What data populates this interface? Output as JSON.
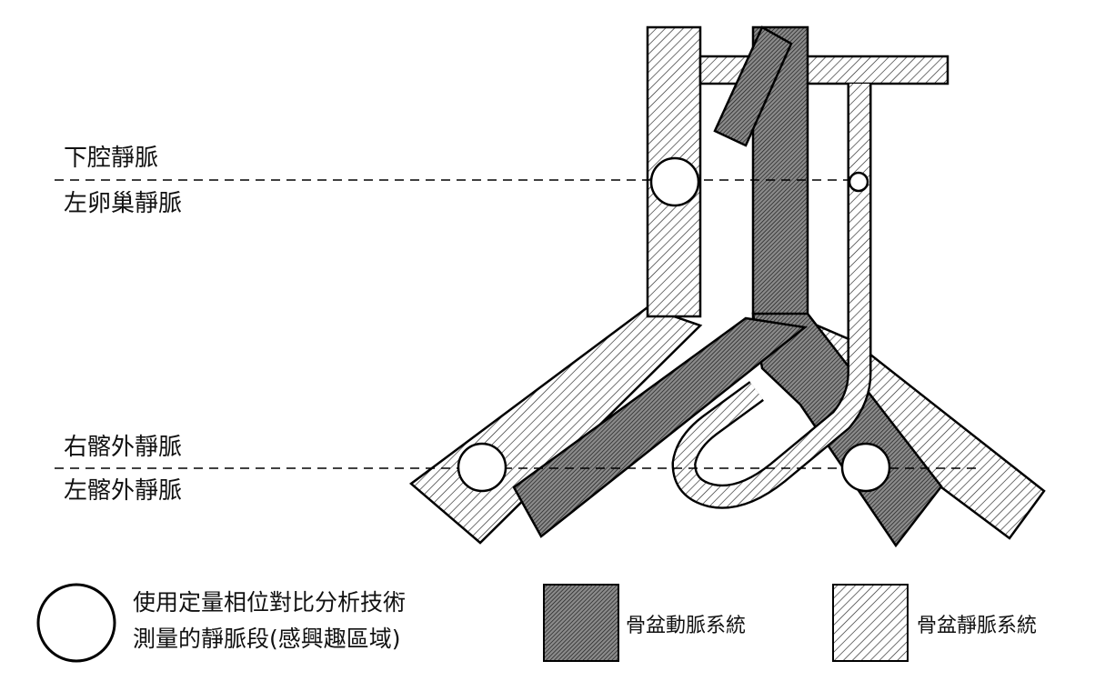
{
  "labels": {
    "ivc": "下腔靜脈",
    "left_ovarian": "左卵巢靜脈",
    "right_iliac": "右髂外靜脈",
    "left_iliac": "左髂外靜脈"
  },
  "legend": {
    "roi_line1": "使用定量相位對比分析技術",
    "roi_line2": "測量的靜脈段(感興趣區域)",
    "artery": "骨盆動脈系統",
    "vein": "骨盆靜脈系統"
  }
}
